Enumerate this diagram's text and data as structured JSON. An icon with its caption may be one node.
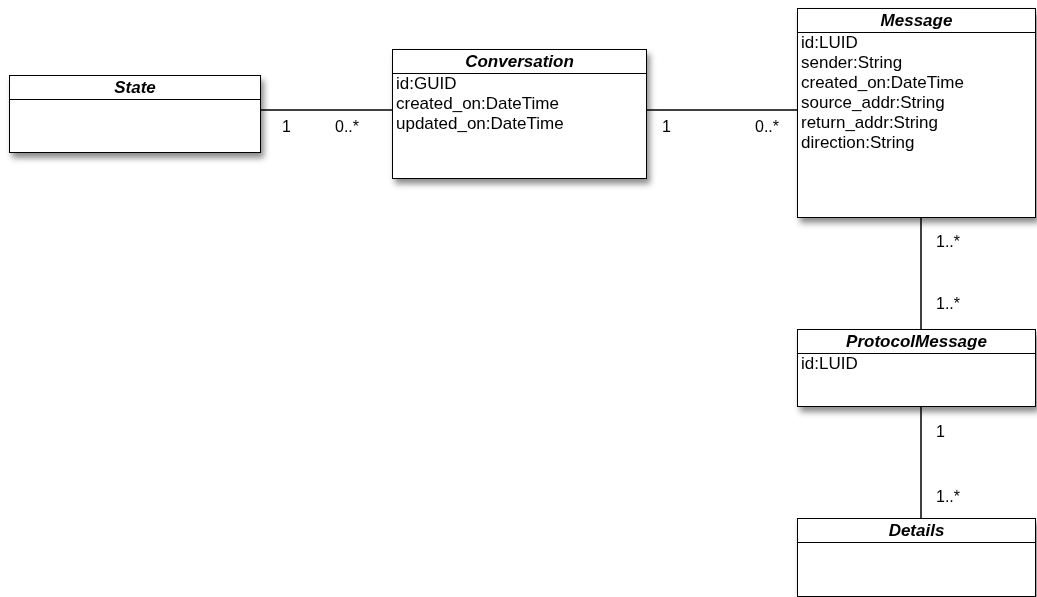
{
  "diagram": {
    "nodes": [
      {
        "text": [
          "State"
        ]
      },
      {
        "text": [
          "Conversation",
          "id:GUID",
          "created_on:DateTime",
          "updated_on:DateTime"
        ]
      },
      {
        "text": [
          "Message",
          "id:LUID",
          "sender:String",
          "created_on:DateTime",
          "source_addr:String",
          "return_addr:String",
          "direction:String"
        ]
      },
      {
        "text": [
          "ProtocolMessage",
          "id:LUID"
        ]
      },
      {
        "text": [
          "Details"
        ]
      }
    ],
    "edges": [
      {
        "from": 0,
        "to": 1,
        "arrow": "none"
      },
      {
        "from": 1,
        "to": 2,
        "arrow": "none"
      },
      {
        "from": 2,
        "to": 3,
        "arrow": "none"
      },
      {
        "from": 3,
        "to": 4,
        "arrow": "none"
      }
    ],
    "labels": [
      "1",
      "0..*",
      "1",
      "0..*",
      "1..*",
      "1..*",
      "1",
      "1..*"
    ]
  }
}
